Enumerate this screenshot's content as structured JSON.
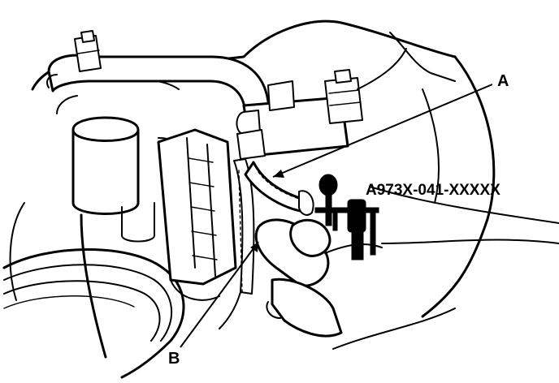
{
  "callouts": {
    "a": "A",
    "b": "B",
    "part_number": "A973X-041-XXXXX"
  },
  "colors": {
    "ink": "#000000",
    "paper": "#ffffff"
  }
}
